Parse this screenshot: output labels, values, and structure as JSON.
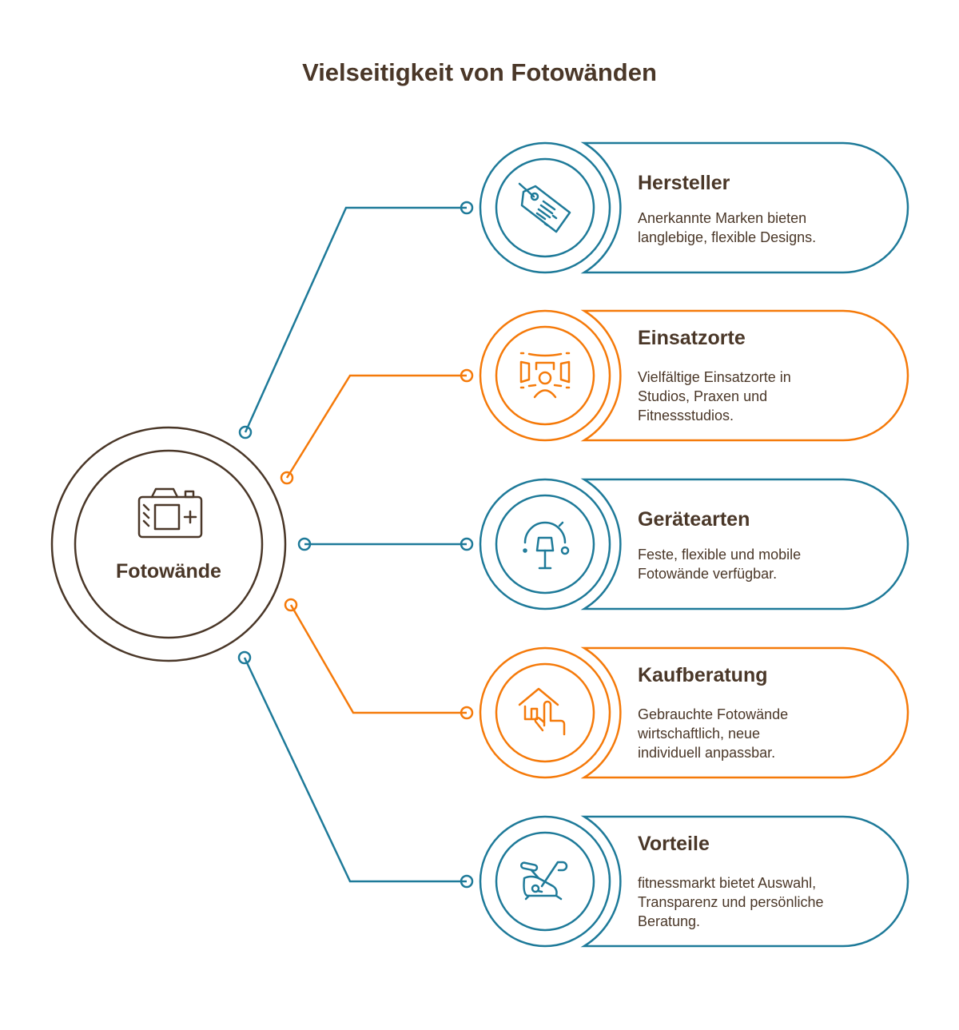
{
  "title": "Vielseitigkeit von Fotowänden",
  "center": {
    "label": "Fotowände",
    "icon": "camera-plus-icon"
  },
  "colors": {
    "blue": "#1e7a99",
    "orange": "#f57a0a",
    "text": "#4a3728"
  },
  "items": [
    {
      "title": "Hersteller",
      "lines": [
        "Anerkannte Marken bieten",
        "langlebige, flexible Designs."
      ],
      "icon": "price-tag-icon",
      "color": "blue"
    },
    {
      "title": "Einsatzorte",
      "lines": [
        "Vielfältige Einsatzorte in",
        "Studios, Praxen und",
        "Fitnessstudios."
      ],
      "icon": "studio-person-icon",
      "color": "orange"
    },
    {
      "title": "Gerätearten",
      "lines": [
        "Feste, flexible und mobile",
        "Fotowände verfügbar."
      ],
      "icon": "lamp-icon",
      "color": "blue"
    },
    {
      "title": "Kaufberatung",
      "lines": [
        "Gebrauchte Fotowände",
        "wirtschaftlich, neue",
        "individuell anpassbar."
      ],
      "icon": "house-hand-icon",
      "color": "orange"
    },
    {
      "title": "Vorteile",
      "lines": [
        "fitnessmarkt bietet Auswahl,",
        "Transparenz und persönliche",
        "Beratung."
      ],
      "icon": "exercise-bike-icon",
      "color": "blue"
    }
  ]
}
